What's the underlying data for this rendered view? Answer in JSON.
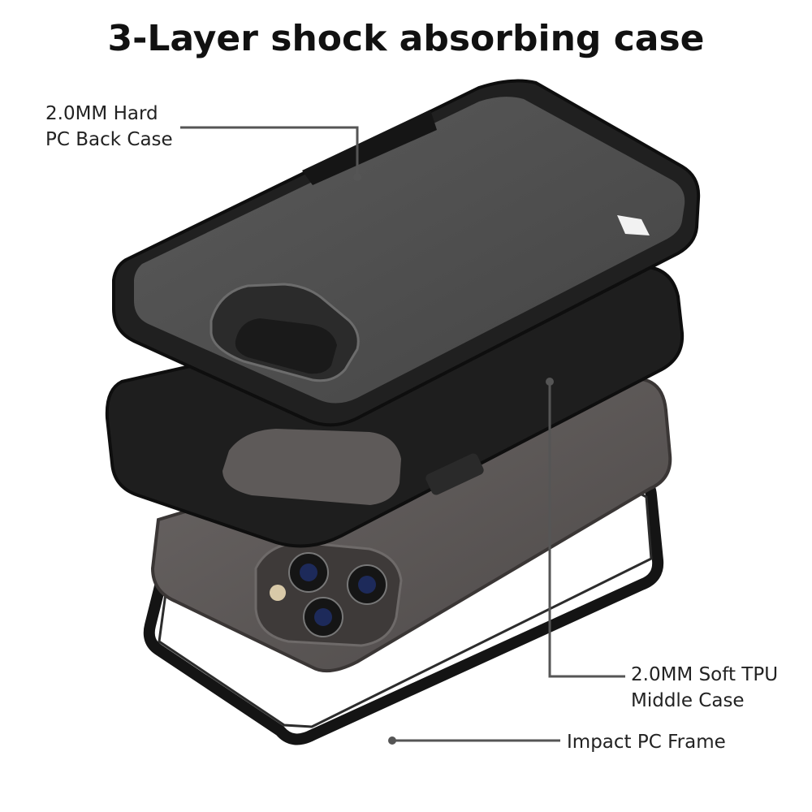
{
  "title": "3-Layer shock absorbing case",
  "callouts": {
    "back_case": {
      "line1": "2.0MM Hard",
      "line2": "PC Back Case"
    },
    "middle_case": {
      "line1": "2.0MM Soft TPU",
      "line2": "Middle Case"
    },
    "frame": {
      "line1": "Impact PC Frame"
    }
  },
  "colors": {
    "back_case": "#4a4a4a",
    "tpu_case": "#1e1e1e",
    "phone_body": "#5a5655",
    "frame": "#141414",
    "leader_line": "#555555"
  }
}
